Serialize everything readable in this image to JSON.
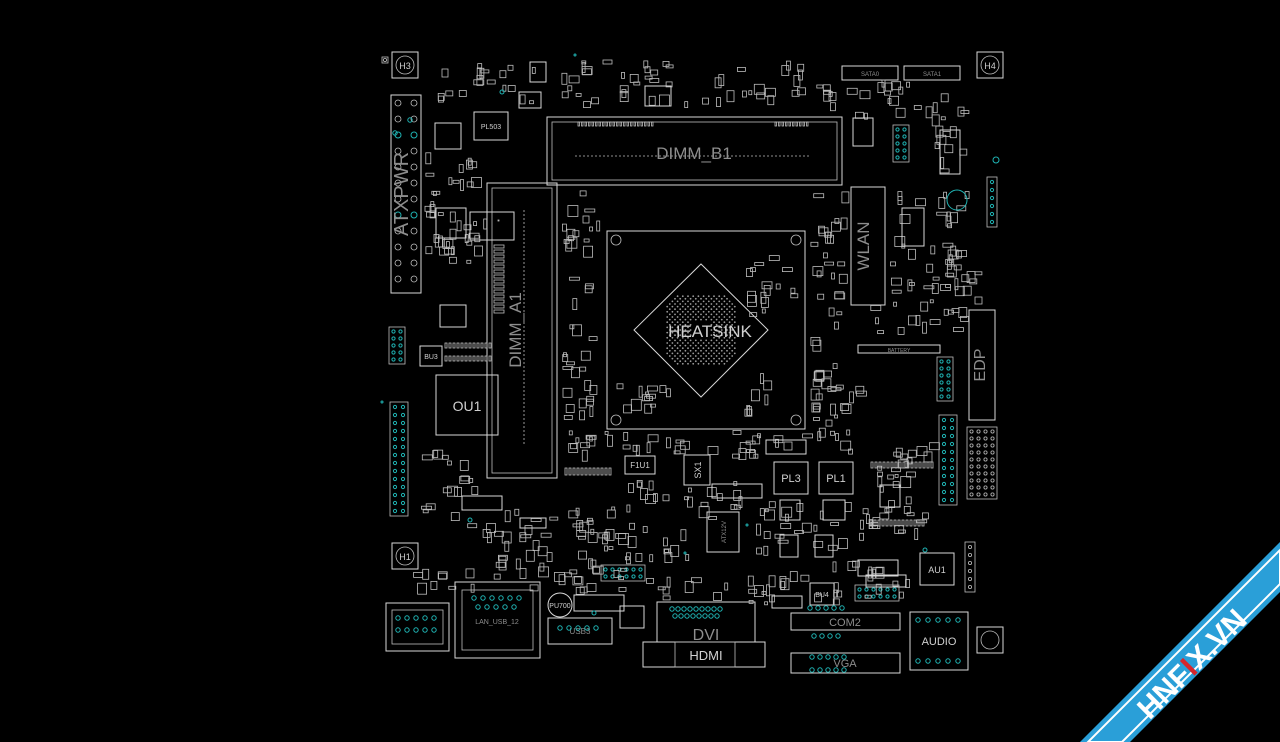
{
  "colors": {
    "background": "#000000",
    "outline": "#d8d8d8",
    "pad": "#1fb3b3",
    "watermark_band": "#2a9fd8",
    "watermark_text": "#ffffff",
    "watermark_accent": "#d7262b"
  },
  "labels": {
    "atxpwr": "ATXPWR",
    "dimm_b1": "DIMM_B1",
    "dimm_a1": "DIMM_A1",
    "heatsink": "HEATSINK",
    "wlan": "WLAN",
    "edp": "EDP",
    "battery": "BATTERY",
    "ou1": "OU1",
    "bu3": "BU3",
    "pl503": "PL503",
    "pl3": "PL3",
    "pl1": "PL1",
    "f1u1": "F1U1",
    "sx1": "SX1",
    "dvi": "DVI",
    "hdmi": "HDMI",
    "com2": "COM2",
    "vga": "VGA",
    "audio": "AUDIO",
    "au1": "AU1",
    "bu4": "BU4",
    "pu700": "PU700",
    "usb3": "USB3",
    "lan_usb12": "LAN_USB_12",
    "sata0": "SATA0",
    "sata1": "SATA1",
    "atx12v": "ATX12V",
    "h1": "H1",
    "h3": "H3",
    "h4": "H4"
  },
  "watermark": {
    "prefix": "HNF",
    "accent": "I",
    "suffix": "X.VN"
  }
}
